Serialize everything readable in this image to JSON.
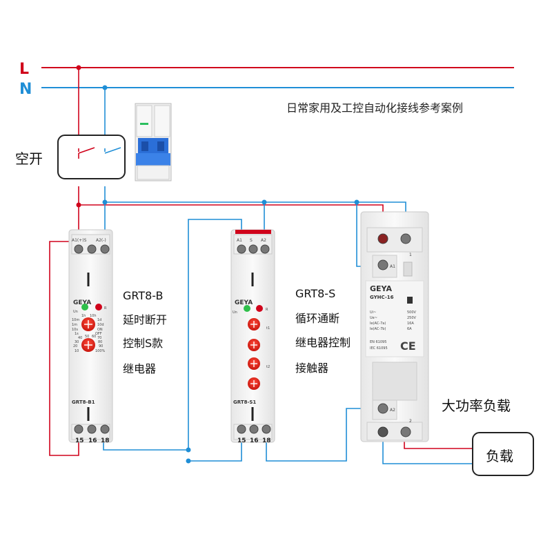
{
  "bus": {
    "line_label": "L",
    "neutral_label": "N",
    "line_color": "#d0021b",
    "neutral_color": "#1f8ed6"
  },
  "title": "日常家用及工控自动化接线参考案例",
  "breaker": {
    "label": "空开"
  },
  "relay_b": {
    "title": "GRT8-B",
    "desc": [
      "延时断开",
      "控制S款",
      "继电器"
    ],
    "model": "GRT8-B1",
    "brand": "GEYA",
    "top_terminals": [
      "A1(+)S",
      "A2(-)"
    ],
    "bottom_terminals": [
      "15",
      "16",
      "18"
    ],
    "led_labels": [
      "Un",
      "R"
    ],
    "knob_range": [
      "1s",
      "10s",
      "1m",
      "10m",
      "1h",
      "10h",
      "1d",
      "10d",
      "ON",
      "OFF"
    ],
    "knob_pct": [
      "10",
      "20",
      "30",
      "40",
      "50",
      "60",
      "70",
      "80",
      "90",
      "100%"
    ]
  },
  "relay_s": {
    "title": "GRT8-S",
    "desc": [
      "循环通断",
      "继电器控制",
      "接触器"
    ],
    "model": "GRT8-S1",
    "brand": "GEYA",
    "top_terminals": [
      "A1",
      "S",
      "A2"
    ],
    "bottom_terminals": [
      "15",
      "16",
      "18"
    ],
    "led_labels": [
      "Un",
      "R"
    ],
    "timer_labels": [
      "t1",
      "t2"
    ]
  },
  "contactor": {
    "brand": "GEYA",
    "model": "GYHC-16",
    "specs": [
      {
        "k": "Ui~",
        "v": "500V"
      },
      {
        "k": "Ue~",
        "v": "250V"
      },
      {
        "k": "Ie(AC-7a)",
        "v": "16A"
      },
      {
        "k": "Ie(AC-7b)",
        "v": "6A"
      }
    ],
    "standards": [
      "EN 61095",
      "IEC 61095"
    ],
    "ce": "CE",
    "coil_top": "A1",
    "coil_bottom": "A2",
    "pole_top": "1",
    "pole_bottom": "2"
  },
  "power_label": "大功率负载",
  "load": {
    "label": "负载"
  }
}
